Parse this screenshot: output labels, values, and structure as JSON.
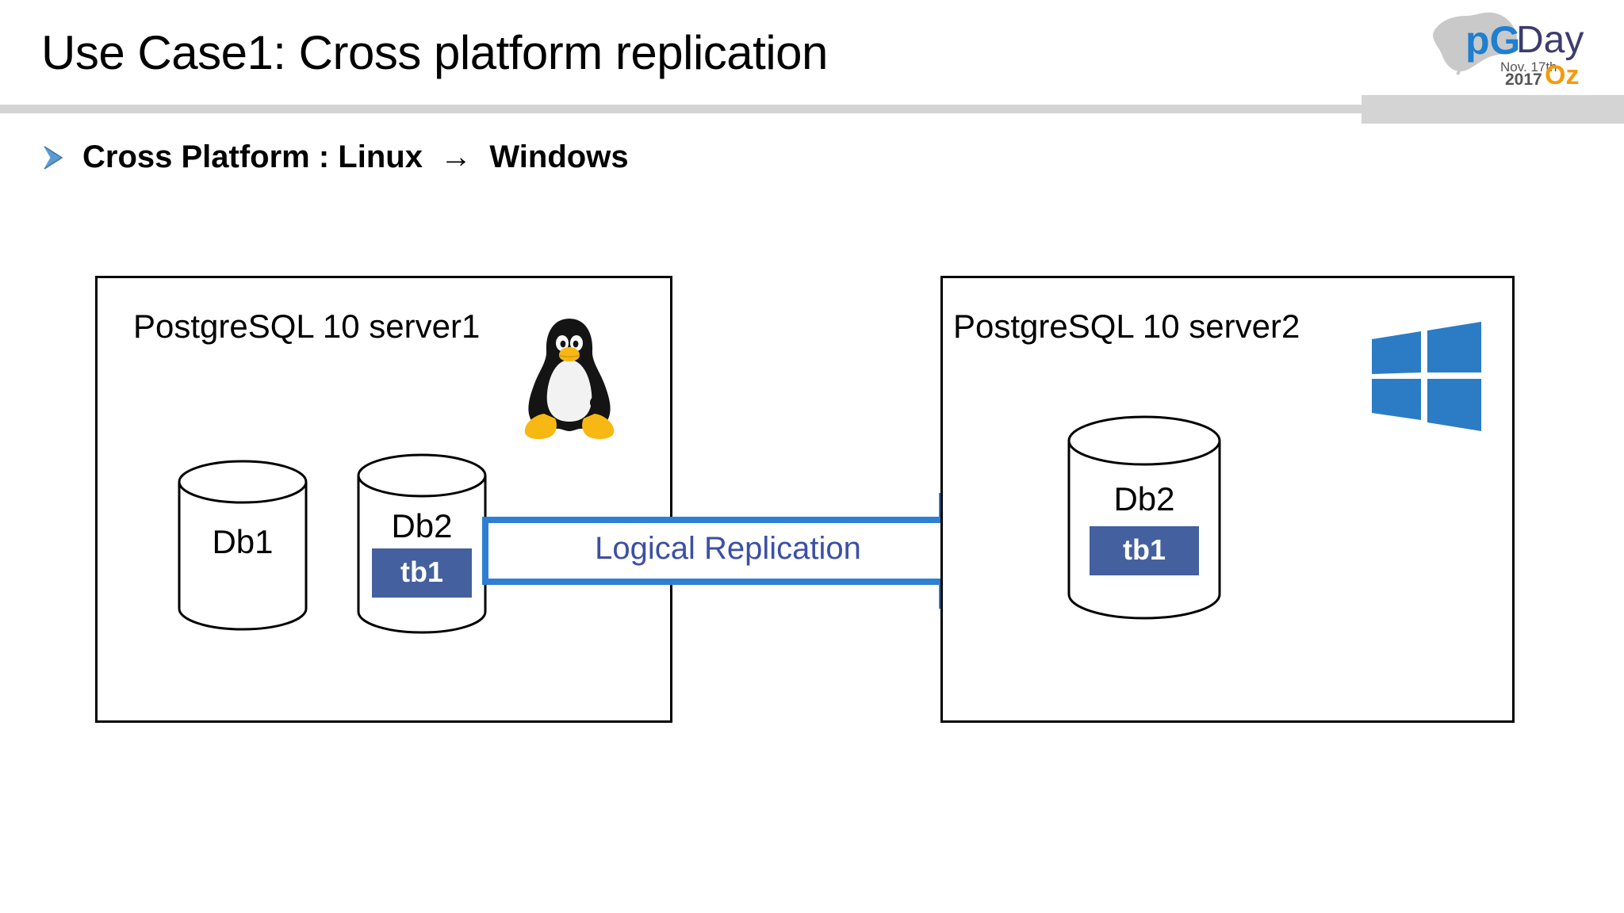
{
  "slide": {
    "title": "Use Case1: Cross platform replication",
    "bullet": {
      "marker_icon": "chevron-bullet-icon",
      "text": "Cross Platform : Linux  →  Windows"
    }
  },
  "logo": {
    "name": "pgday-oz-logo",
    "pg": "pG",
    "day": "Day",
    "date": "Nov. 17th",
    "year": "2017",
    "oz": "Oz",
    "colors": {
      "pg_blue": "#1f7fd0",
      "day_navy": "#3c3c6e",
      "oz_orange": "#f59b0b",
      "map_gray": "#c9c9c9"
    }
  },
  "diagram": {
    "servers": [
      {
        "name": "server-box-left",
        "label": "PostgreSQL 10 server1",
        "os_icon": "tux-linux-icon",
        "databases": [
          {
            "name": "Db1",
            "table": null
          },
          {
            "name": "Db2",
            "table": "tb1"
          }
        ]
      },
      {
        "name": "server-box-right",
        "label": "PostgreSQL 10 server2",
        "os_icon": "windows-icon",
        "databases": [
          {
            "name": "Db2",
            "table": "tb1"
          }
        ]
      }
    ],
    "connector": {
      "name": "logical-replication-arrow",
      "label": "Logical Replication",
      "direction": "left-to-right",
      "stroke_color": "#2e7fd4",
      "label_color": "#3c4fa5"
    },
    "colors": {
      "table_box": "#44609e",
      "box_border": "#000000",
      "windows_blue": "#2b7cc4",
      "divider_gray": "#d4d4d4"
    }
  }
}
